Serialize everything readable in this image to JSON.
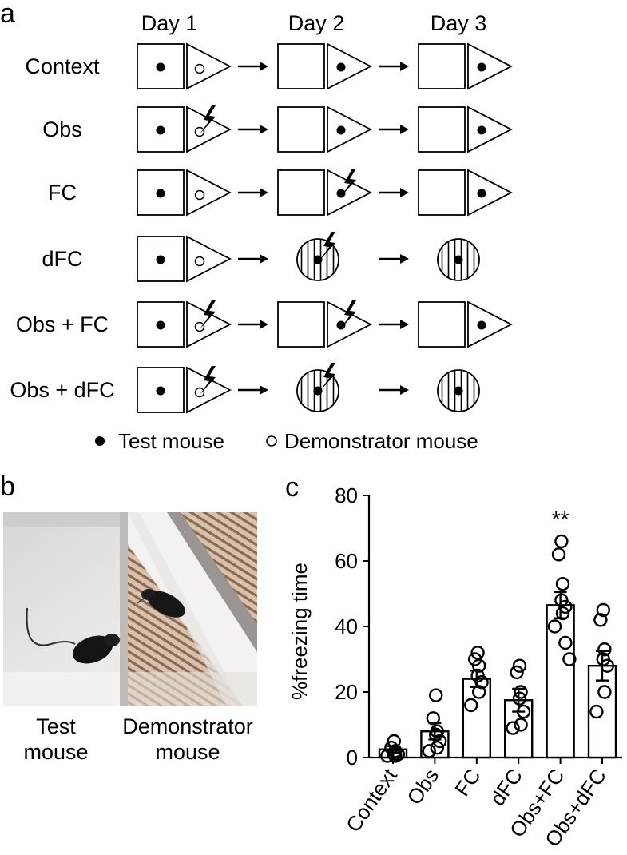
{
  "panel_a": {
    "label": "a",
    "days": [
      "Day 1",
      "Day 2",
      "Day 3"
    ],
    "rows": [
      {
        "name": "Context",
        "day1": {
          "chamber": "box",
          "shock": false
        },
        "day2": {
          "chamber": "box",
          "shock": false
        },
        "day3": {
          "chamber": "box",
          "shock": false
        }
      },
      {
        "name": "Obs",
        "day1": {
          "chamber": "box",
          "shock": true
        },
        "day2": {
          "chamber": "box",
          "shock": false
        },
        "day3": {
          "chamber": "box",
          "shock": false
        }
      },
      {
        "name": "FC",
        "day1": {
          "chamber": "box",
          "shock": false
        },
        "day2": {
          "chamber": "box",
          "shock": true
        },
        "day3": {
          "chamber": "box",
          "shock": false
        }
      },
      {
        "name": "dFC",
        "day1": {
          "chamber": "box",
          "shock": false
        },
        "day2": {
          "chamber": "circle",
          "shock": true
        },
        "day3": {
          "chamber": "circle",
          "shock": false
        }
      },
      {
        "name": "Obs + FC",
        "day1": {
          "chamber": "box",
          "shock": true
        },
        "day2": {
          "chamber": "box",
          "shock": true
        },
        "day3": {
          "chamber": "box",
          "shock": false
        }
      },
      {
        "name": "Obs + dFC",
        "day1": {
          "chamber": "box",
          "shock": true
        },
        "day2": {
          "chamber": "circle",
          "shock": true
        },
        "day3": {
          "chamber": "circle",
          "shock": false
        }
      }
    ],
    "legend": {
      "test": "Test mouse",
      "demonstrator": "Demonstrator mouse"
    }
  },
  "panel_b": {
    "label": "b",
    "caption_left": "Test\nmouse",
    "caption_right": "Demonstrator\nmouse",
    "colors": {
      "floor": "#e4e2e1",
      "grid": "#c0a38a",
      "wall": "#f0efed",
      "mouse": "#151515"
    }
  },
  "panel_c": {
    "label": "c"
  },
  "chart_data": {
    "type": "bar",
    "categories": [
      "Context",
      "Obs",
      "FC",
      "dFC",
      "Obs+FC",
      "Obs+dFC"
    ],
    "values": [
      2.5,
      8,
      24,
      17.5,
      46.5,
      28
    ],
    "sem": [
      1,
      2.5,
      2.5,
      3.5,
      4,
      4.5
    ],
    "points": [
      [
        5,
        3,
        2,
        1,
        1,
        0.5,
        0.5,
        1
      ],
      [
        19,
        12,
        8,
        7,
        5,
        3,
        2
      ],
      [
        32,
        30,
        28,
        25,
        23,
        20,
        16
      ],
      [
        28,
        26,
        20,
        18,
        14,
        10,
        9
      ],
      [
        66,
        62,
        53,
        48,
        46,
        44,
        40,
        35,
        30
      ],
      [
        45,
        42,
        33,
        30,
        28,
        20,
        14
      ]
    ],
    "annotation": {
      "category": "Obs+FC",
      "text": "**"
    },
    "ylabel": "%freezing time",
    "ylim": [
      0,
      80
    ],
    "yticks": [
      0,
      20,
      40,
      60,
      80
    ],
    "grid": false
  }
}
